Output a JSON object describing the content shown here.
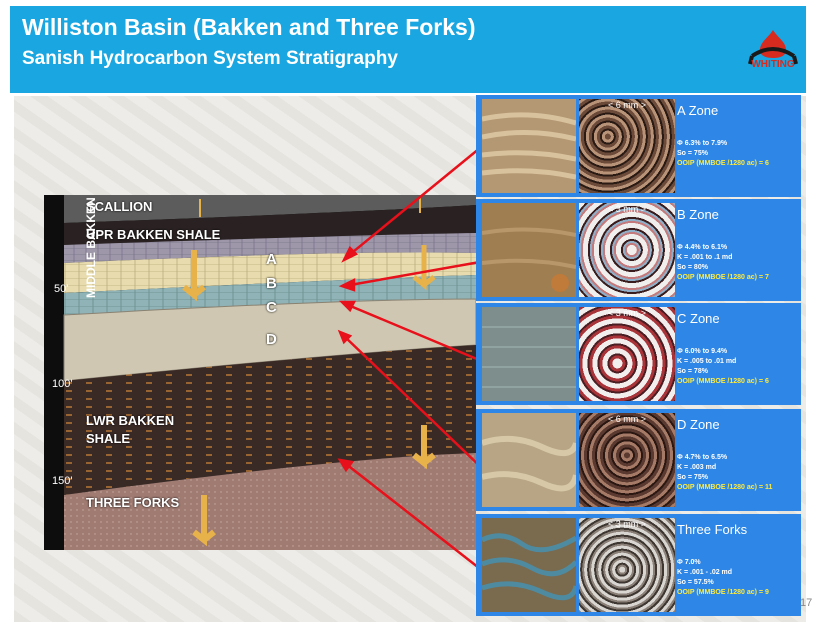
{
  "header": {
    "title": "Williston Basin (Bakken and Three Forks)",
    "subtitle": "Sanish Hydrocarbon System Stratigraphy",
    "logo_text": "WHITING"
  },
  "section": {
    "layers": {
      "scallion": "SCALLION",
      "upper": "UPR BAKKEN SHALE",
      "middle": "MIDDLE BAKKEN",
      "lower_1": "LWR BAKKEN",
      "lower_2": "SHALE",
      "three_forks": "THREE FORKS"
    },
    "zone_letters": [
      "A",
      "B",
      "C",
      "D"
    ],
    "depths": [
      "50'",
      "100'",
      "150'"
    ]
  },
  "zones": [
    {
      "name": "A Zone",
      "scale": "< 6 mm >",
      "stats": [
        "Φ 6.3% to 7.9%",
        "So = 75%"
      ],
      "ooip": "OOIP (MMBOE /1280 ac) = 6"
    },
    {
      "name": "B Zone",
      "scale": "< 3 mm >",
      "stats": [
        "Φ 4.4% to 6.1%",
        "K = .001 to .1 md",
        "So = 80%"
      ],
      "ooip": "OOIP (MMBOE /1280 ac) = 7"
    },
    {
      "name": "C Zone",
      "scale": "< 3 mm >",
      "stats": [
        "Φ 6.0% to 9.4%",
        "K = .005 to .01 md",
        "So = 78%"
      ],
      "ooip": "OOIP (MMBOE /1280 ac) = 6"
    },
    {
      "name": "D Zone",
      "scale": "< 6 mm >",
      "stats": [
        "Φ 4.7% to 6.5%",
        "K = .003 md",
        "So = 75%"
      ],
      "ooip": "OOIP (MMBOE /1280 ac) = 11"
    },
    {
      "name": "Three Forks",
      "scale": "< 3 mm >",
      "stats": [
        "Φ 7.0%",
        "K = .001 - .02 md",
        "So = 57.5%"
      ],
      "ooip": "OOIP (MMBOE /1280 ac) = 9"
    }
  ],
  "page_number": "17",
  "colors": {
    "header": "#1aa6e0",
    "zone_box": "#2e86e6",
    "arrow": "#e8101a",
    "ooip": "#ffec3d"
  }
}
